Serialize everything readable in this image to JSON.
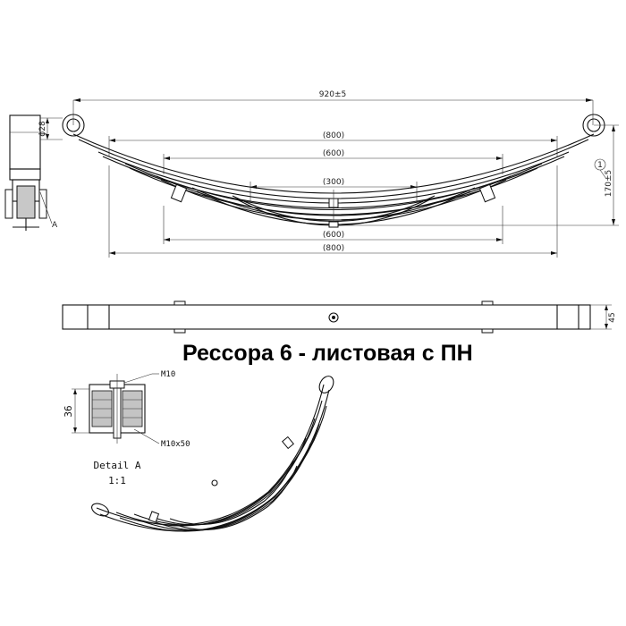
{
  "title": "Рессора  6 - листовая с ПН",
  "dimensions": {
    "overall_length": "920±5",
    "top_800": "(800)",
    "top_600": "(600)",
    "top_300": "(300)",
    "bottom_600": "(600)",
    "bottom_800": "(800)",
    "eye_diameter": "ϕ28",
    "camber": "170±5",
    "callout": "1",
    "width": "45",
    "side_label": "A"
  },
  "detail": {
    "bolt_top": "M10",
    "height": "36",
    "bolt_bottom": "M10x50",
    "caption": "Detail A",
    "scale": "1:1"
  }
}
